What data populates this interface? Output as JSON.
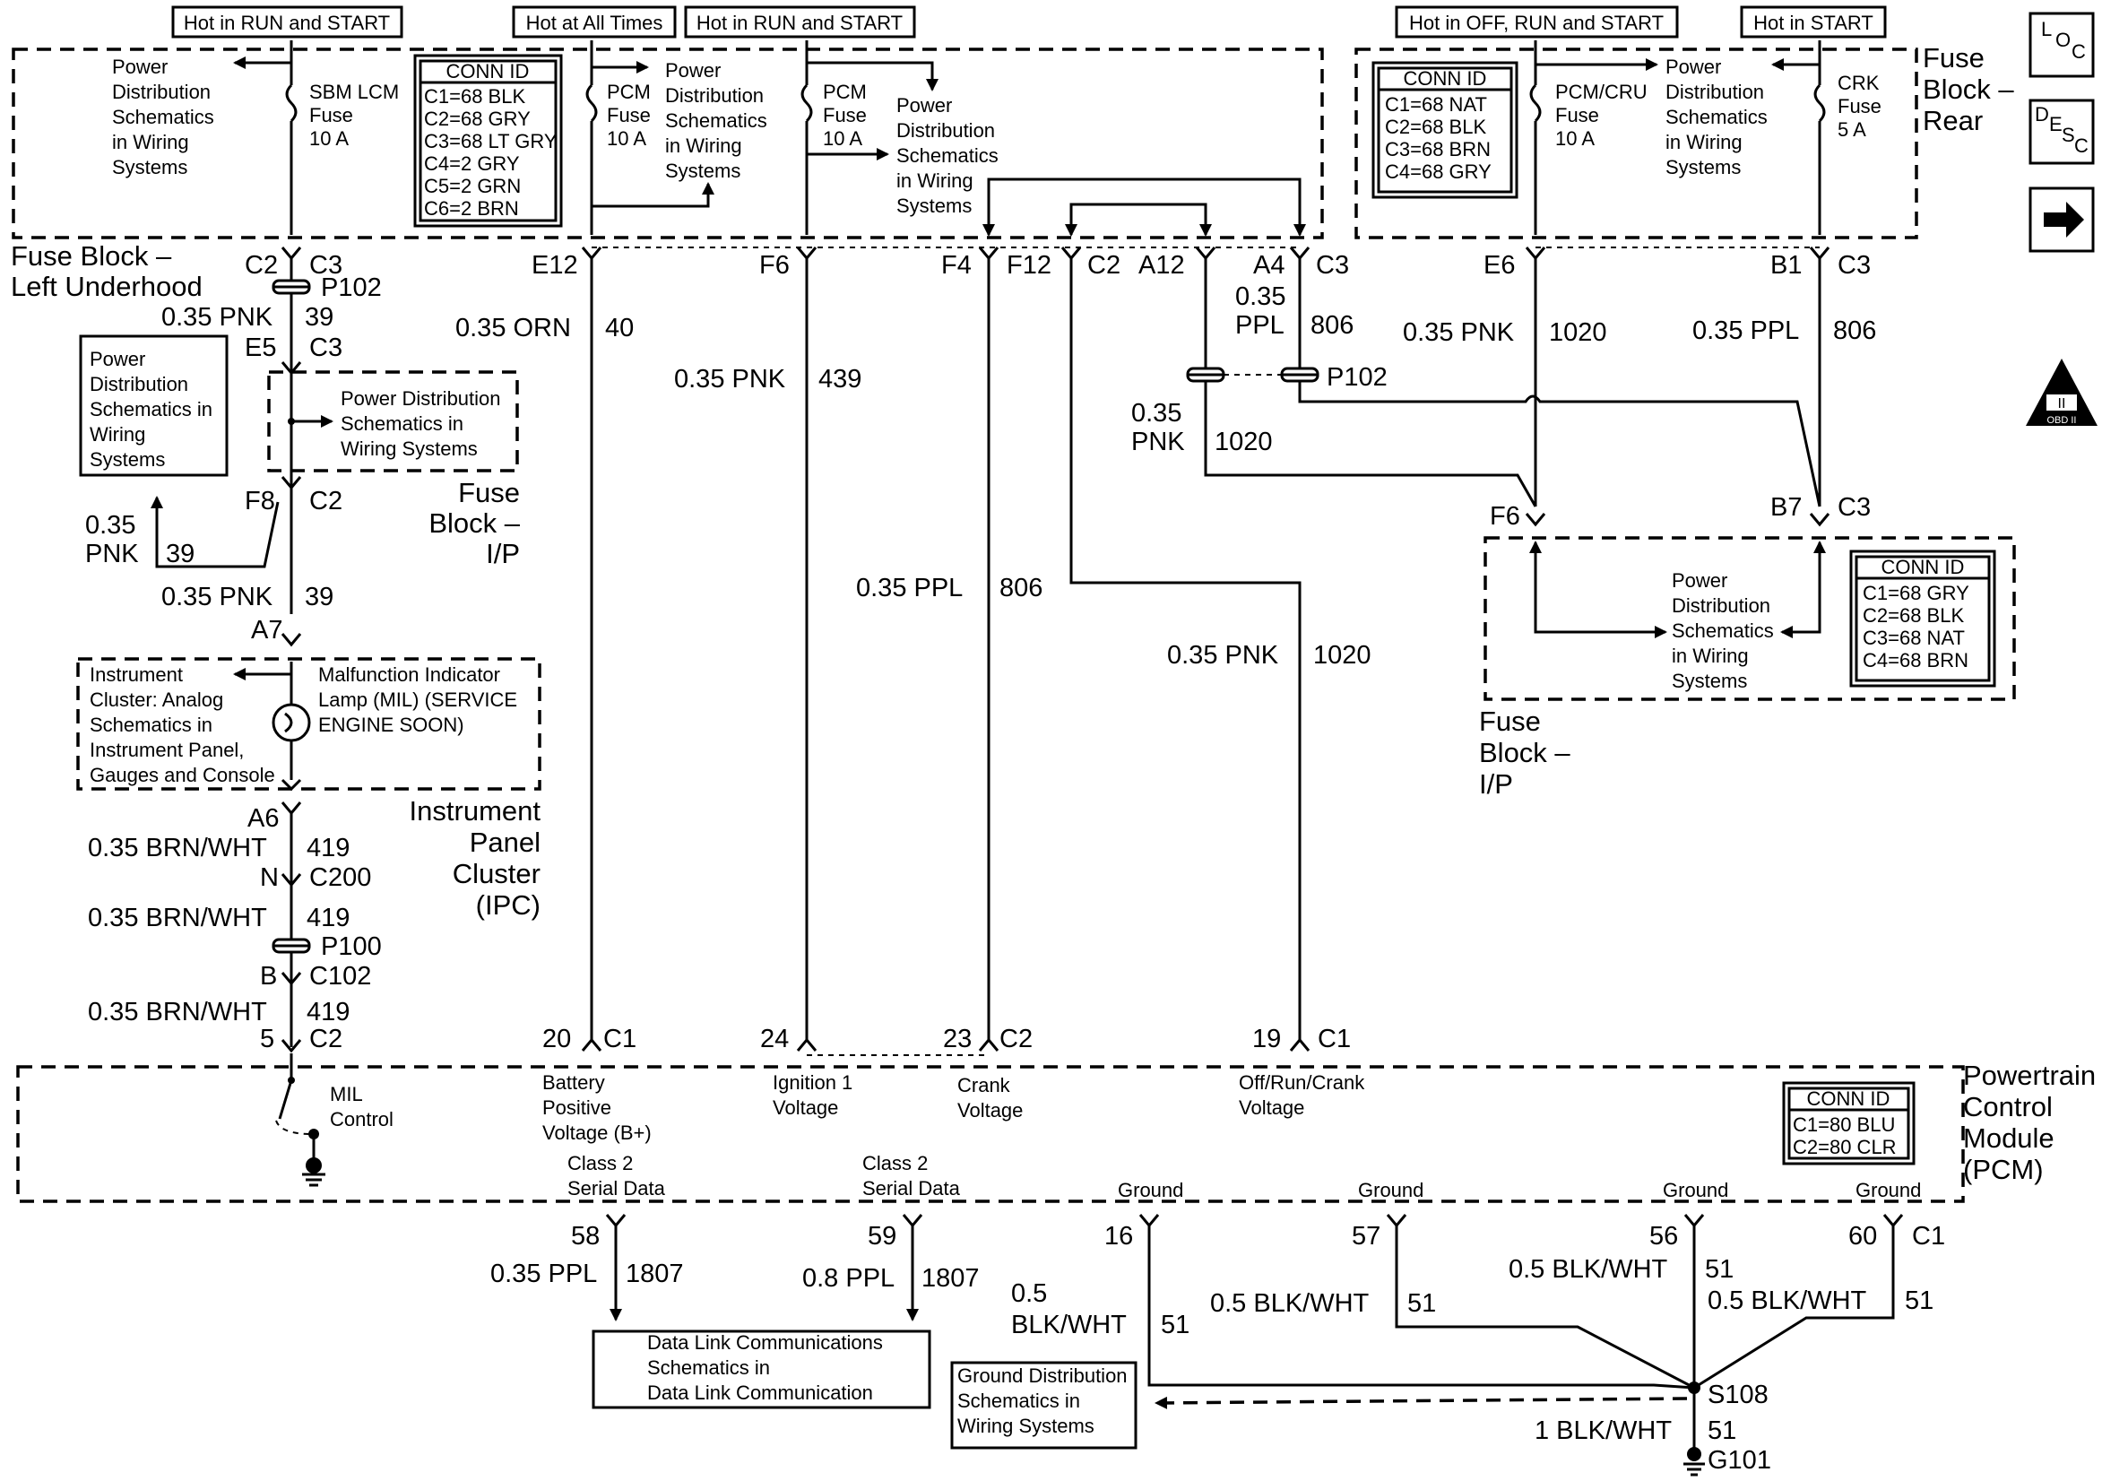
{
  "headers": {
    "h1": "Hot in RUN and START",
    "h2": "Hot at All Times",
    "h3": "Hot in RUN and START",
    "h4": "Hot in OFF, RUN and START",
    "h5": "Hot in START"
  },
  "fuses": {
    "sbm": [
      "SBM LCM",
      "Fuse",
      "10 A"
    ],
    "pcm1": [
      "PCM",
      "Fuse",
      "10 A"
    ],
    "pcm2": [
      "PCM",
      "Fuse",
      "10 A"
    ],
    "pcmcru": [
      "PCM/CRU",
      "Fuse",
      "10 A"
    ],
    "crk": [
      "CRK",
      "Fuse",
      "5 A"
    ]
  },
  "pds": {
    "a": [
      "Power",
      "Distribution",
      "Schematics",
      "in Wiring",
      "Systems"
    ],
    "b": [
      "Power",
      "Distribution",
      "Schematics",
      "in Wiring",
      "Systems"
    ],
    "c": [
      "Power",
      "Distribution",
      "Schematics",
      "in Wiring",
      "Systems"
    ],
    "d": [
      "Power",
      "Distribution",
      "Schematics",
      "in Wiring",
      "Systems"
    ],
    "e": [
      "Power",
      "Distribution",
      "Schematics in",
      "Wiring",
      "Systems"
    ],
    "f": [
      "Power Distribution",
      "Schematics in",
      "Wiring Systems"
    ],
    "g": [
      "Power",
      "Distribution",
      "Schematics",
      "in Wiring",
      "Systems"
    ]
  },
  "conn_ids": {
    "left": {
      "title": "CONN ID",
      "rows": [
        "C1=68 BLK",
        "C2=68 GRY",
        "C3=68 LT GRY",
        "C4=2 GRY",
        "C5=2 GRN",
        "C6=2 BRN"
      ]
    },
    "right": {
      "title": "CONN ID",
      "rows": [
        "C1=68 NAT",
        "C2=68 BLK",
        "C3=68 BRN",
        "C4=68 GRY"
      ]
    },
    "ip": {
      "title": "CONN ID",
      "rows": [
        "C1=68 GRY",
        "C2=68 BLK",
        "C3=68 NAT",
        "C4=68 BRN"
      ]
    },
    "pcm": {
      "title": "CONN ID",
      "rows": [
        "C1=80 BLU",
        "C2=80 CLR"
      ]
    }
  },
  "blocks": {
    "fb_rear": [
      "Fuse",
      "Block –",
      "Rear"
    ],
    "fb_left": [
      "Fuse Block –",
      "Left Underhood"
    ],
    "fb_ip1": [
      "Fuse",
      "Block –",
      "I/P"
    ],
    "fb_ip2": [
      "Fuse",
      "Block –",
      "I/P"
    ],
    "ipc": [
      "Instrument",
      "Panel",
      "Cluster",
      "(IPC)"
    ],
    "pcm": [
      "Powertrain",
      "Control",
      "Module",
      "(PCM)"
    ]
  },
  "cluster_box": {
    "left": [
      "Instrument",
      "Cluster: Analog",
      "Schematics in",
      "Instrument Panel,",
      "Gauges and Console"
    ],
    "right": [
      "Malfunction Indicator",
      "Lamp (MIL) (SERVICE",
      "ENGINE SOON)"
    ]
  },
  "pcm_inputs": {
    "bplus": [
      "Battery",
      "Positive",
      "Voltage (B+)"
    ],
    "ign": [
      "Ignition 1",
      "Voltage"
    ],
    "crank": [
      "Crank",
      "Voltage"
    ],
    "orc": [
      "Off/Run/Crank",
      "Voltage"
    ],
    "mil": [
      "MIL",
      "Control"
    ],
    "cls2a": [
      "Class 2",
      "Serial Data"
    ],
    "cls2b": [
      "Class 2",
      "Serial Data"
    ],
    "gnd1": "Ground",
    "gnd2": "Ground",
    "gnd3": "Ground",
    "gnd4": "Ground"
  },
  "dlc_box": [
    "Data Link Communications",
    "Schematics in",
    "Data Link Communication"
  ],
  "gd_box": [
    "Ground Distribution",
    "Schematics in",
    "Wiring Systems"
  ],
  "side_icons": {
    "loc": "LOC",
    "desc": "DESC",
    "obd": "OBD II"
  },
  "labels": {
    "fl_c2": "C2",
    "fl_c3": "C3",
    "p102a": "P102",
    "w1_g": "0.35 PNK",
    "w1_n": "39",
    "e5": "E5",
    "c3b": "C3",
    "f8": "F8",
    "c2b": "C2",
    "w2_g1": "0.35",
    "w2_g2": "PNK",
    "w2_n": "39",
    "w3_g": "0.35 PNK",
    "w3_n": "39",
    "a7": "A7",
    "a6": "A6",
    "w4_g": "0.35 BRN/WHT",
    "w4_n": "419",
    "n": "N",
    "c200": "C200",
    "w5_g": "0.35 BRN/WHT",
    "w5_n": "419",
    "p100": "P100",
    "b": "B",
    "c102": "C102",
    "w6_g": "0.35 BRN/WHT",
    "w6_n": "419",
    "p5": "5",
    "c2c": "C2",
    "e12": "E12",
    "w7_g": "0.35 ORN",
    "w7_n": "40",
    "p20": "20",
    "c1a": "C1",
    "f6": "F6",
    "w8_g": "0.35 PNK",
    "w8_n": "439",
    "p24": "24",
    "f4": "F4",
    "f12": "F12",
    "c2d": "C2",
    "a12": "A12",
    "a4": "A4",
    "c3d": "C3",
    "w9_g1": "0.35",
    "w9_g2": "PPL",
    "w9_n": "806",
    "p102b": "P102",
    "w10_g1": "0.35",
    "w10_g2": "PNK",
    "w10_n": "1020",
    "w11_g": "0.35 PPL",
    "w11_n": "806",
    "p23": "23",
    "c2e": "C2",
    "w12_g": "0.35 PNK",
    "w12_n": "1020",
    "p19": "19",
    "c1b": "C1",
    "e6": "E6",
    "w13_g": "0.35 PNK",
    "w13_n": "1020",
    "b1": "B1",
    "c3e": "C3",
    "w14_g": "0.35 PPL",
    "w14_n": "806",
    "f6b": "F6",
    "b7": "B7",
    "c3f": "C3",
    "p58": "58",
    "w15_g": "0.35 PPL",
    "w15_n": "1807",
    "p59": "59",
    "w16_g": "0.8 PPL",
    "w16_n": "1807",
    "p16": "16",
    "w17_g1": "0.5",
    "w17_g2": "BLK/WHT",
    "w17_n": "51",
    "p57": "57",
    "w18_g": "0.5 BLK/WHT",
    "w18_n": "51",
    "p56": "56",
    "w19_g": "0.5 BLK/WHT",
    "w19_n": "51",
    "p60": "60",
    "c1c": "C1",
    "w20_g": "0.5 BLK/WHT",
    "w20_n": "51",
    "s108": "S108",
    "w21_g": "1 BLK/WHT",
    "w21_n": "51",
    "g101": "G101"
  }
}
